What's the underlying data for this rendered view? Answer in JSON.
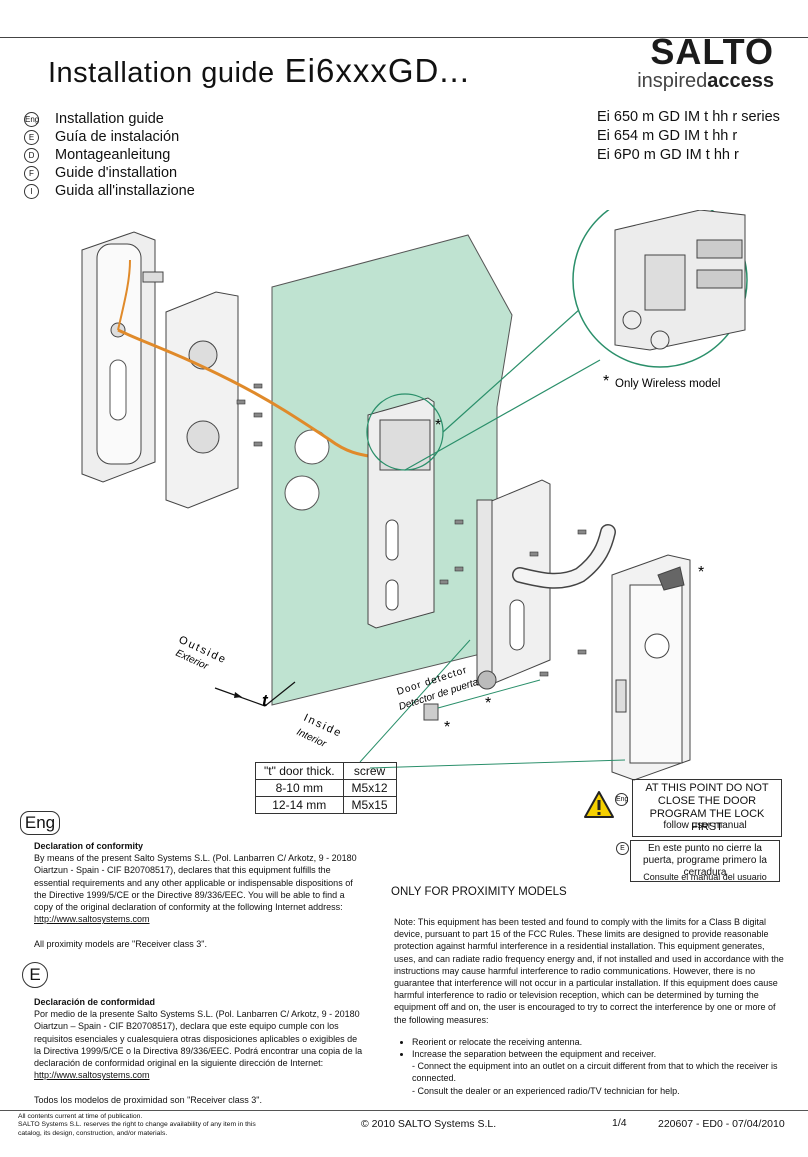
{
  "header": {
    "title": "Installation guide",
    "model": "Ei6xxxGD...",
    "brand": "SALTO",
    "tagline_light": "inspired",
    "tagline_bold": "access"
  },
  "languages": [
    {
      "code": "Eng",
      "label": "Installation guide"
    },
    {
      "code": "E",
      "label": "Guía de instalación"
    },
    {
      "code": "D",
      "label": "Montageanleitung"
    },
    {
      "code": "F",
      "label": "Guide d'installation"
    },
    {
      "code": "I",
      "label": "Guida all'installazione"
    }
  ],
  "series": [
    "Ei 650 m GD IM t hh r  series",
    "Ei 654 m GD IM t hh r",
    "Ei 6P0 m GD IM t hh r"
  ],
  "diagram": {
    "wireless_note": "Only Wireless model",
    "star": "*",
    "outside": "Outside",
    "exterior": "Exterior",
    "inside": "Inside",
    "interior": "Interior",
    "t_label": "t",
    "door_detector": "Door detector",
    "detector_puerta": "Detector de puerta"
  },
  "thickness_table": {
    "headers": [
      "\"t\" door thick.",
      "screw"
    ],
    "rows": [
      [
        "8-10 mm",
        "M5x12"
      ],
      [
        "12-14 mm",
        "M5x15"
      ]
    ]
  },
  "warning": {
    "code": "Eng",
    "text": "AT THIS POINT DO NOT CLOSE THE DOOR PROGRAM THE LOCK FIRST",
    "follow": "follow user manual",
    "es_code": "E",
    "es_text": "En este punto no cierre la puerta, programe primero la cerradura",
    "es_follow": "Consulte el manual del usuario"
  },
  "eng_section": {
    "code": "Eng",
    "heading": "Declaration of conformity",
    "body": "By means of the present Salto Systems S.L. (Pol. Lanbarren C/ Arkotz, 9 - 20180 Oiartzun - Spain - CIF B20708517), declares that this equipment fulfills the essential requirements and any other applicable or indispensable dispositions of the Directive 1999/5/CE or the Directive 89/336/EEC. You will be able to find a copy of the original declaration of conformity at the following Internet address:",
    "link": "http://www.saltosystems.com",
    "receiver": "All proximity models are \"Receiver class 3\"."
  },
  "es_section": {
    "code": "E",
    "heading": "Declaración de conformidad",
    "body": "Por medio de la presente Salto Systems S.L. (Pol. Lanbarren C/ Arkotz, 9 - 20180 Oiartzun – Spain - CIF B20708517), declara que este equipo cumple con los requisitos esenciales y cualesquiera otras disposiciones aplicables o exigibles de la Directiva 1999/5/CE o la Directiva 89/336/EEC. Podrá encontrar una copia de la declaración de conformidad original en la siguiente dirección de Internet:",
    "link": "http://www.saltosystems.com",
    "receiver": "Todos los modelos de proximidad son \"Receiver class 3\"."
  },
  "proximity": {
    "title": "ONLY FOR PROXIMITY MODELS",
    "note": "Note: This equipment has been tested and found to comply with the limits for a Class B digital device, pursuant to part 15 of the FCC Rules. These limits are designed to provide reasonable protection against harmful interference in a residential installation. This equipment generates, uses, and can radiate radio frequency energy and, if not installed and used in accordance with the instructions may cause harmful interference to radio communications. However, there is no guarantee that interference will not occur in a particular installation. If this equipment does cause harmful interference to radio or television reception, which can be determined by turning the equipment off and on, the user is encouraged to try to correct the interference by one or more of the following measures:",
    "bullets": [
      "Reorient or relocate the receiving antenna.",
      "Increase the separation between the equipment and receiver.",
      "- Connect the equipment into an outlet on a circuit different from that to which the receiver is connected.",
      "- Consult the dealer or an experienced radio/TV technician for help."
    ]
  },
  "footer": {
    "disclaimer_1": "All contents current at time of publication.",
    "disclaimer_2": "SALTO Systems S.L. reserves the right to change availability of any item in this catalog, its design, construction, and/or materials.",
    "copyright": "© 2010 SALTO Systems S.L.",
    "page": "1/4",
    "doc_ref": "220607 - ED0 - 07/04/2010"
  }
}
